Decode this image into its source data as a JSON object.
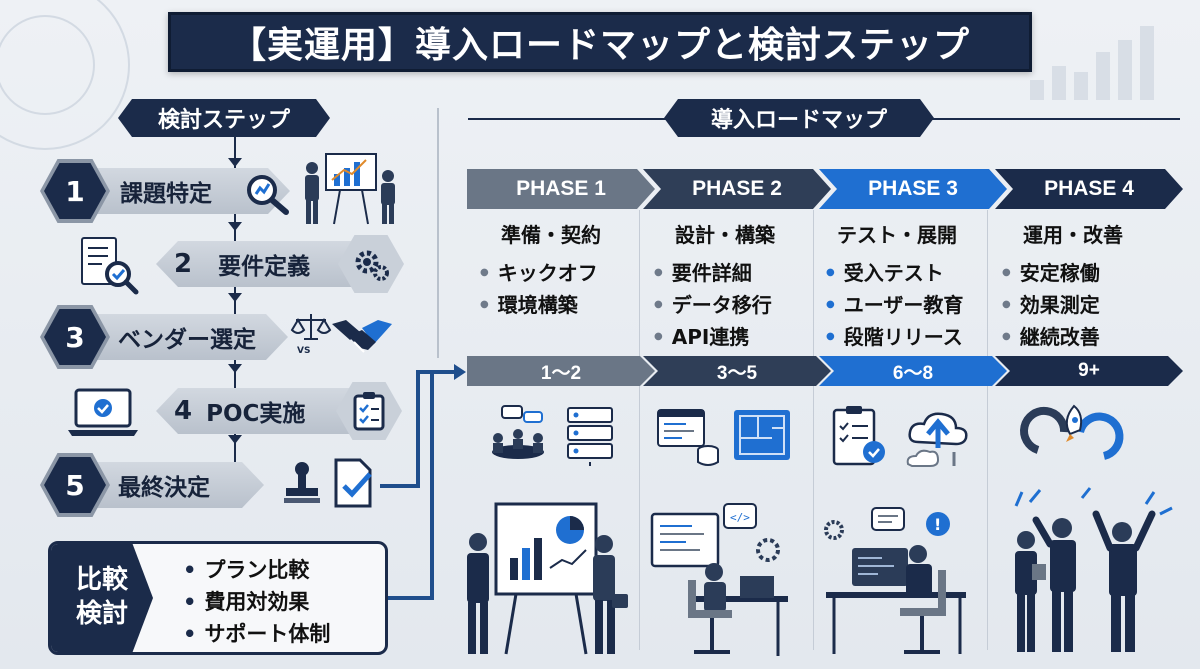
{
  "title": "【実運用】導入ロードマップと検討ステップ",
  "left": {
    "header": "検討ステップ",
    "steps": [
      {
        "num": "1",
        "label": "課題特定"
      },
      {
        "num": "2",
        "label": "要件定義"
      },
      {
        "num": "3",
        "label": "ベンダー選定"
      },
      {
        "num": "4",
        "label": "POC実施"
      },
      {
        "num": "5",
        "label": "最終決定"
      }
    ],
    "vs_text": "VS",
    "compare": {
      "label_line1": "比較",
      "label_line2": "検討",
      "items": [
        "プラン比較",
        "費用対効果",
        "サポート体制"
      ]
    }
  },
  "roadmap": {
    "header": "導入ロードマップ",
    "phases": [
      {
        "name": "PHASE 1",
        "title": "準備・契約",
        "items": [
          "キックオフ",
          "環境構築"
        ],
        "duration": "1〜2",
        "color": "#6a7686"
      },
      {
        "name": "PHASE 2",
        "title": "設計・構築",
        "items": [
          "要件詳細",
          "データ移行",
          "API連携"
        ],
        "duration": "3〜5",
        "color": "#2f3e57"
      },
      {
        "name": "PHASE 3",
        "title": "テスト・展開",
        "items": [
          "受入テスト",
          "ユーザー教育",
          "段階リリース"
        ],
        "duration": "6〜8",
        "color": "#1f6fd1"
      },
      {
        "name": "PHASE 4",
        "title": "運用・改善",
        "items": [
          "安定稼働",
          "効果測定",
          "継続改善"
        ],
        "duration": "9+",
        "color": "#1b2b4a"
      }
    ]
  },
  "colors": {
    "navy": "#1b2b4a",
    "blue": "#1f6fd1",
    "gray": "#6a7686"
  }
}
